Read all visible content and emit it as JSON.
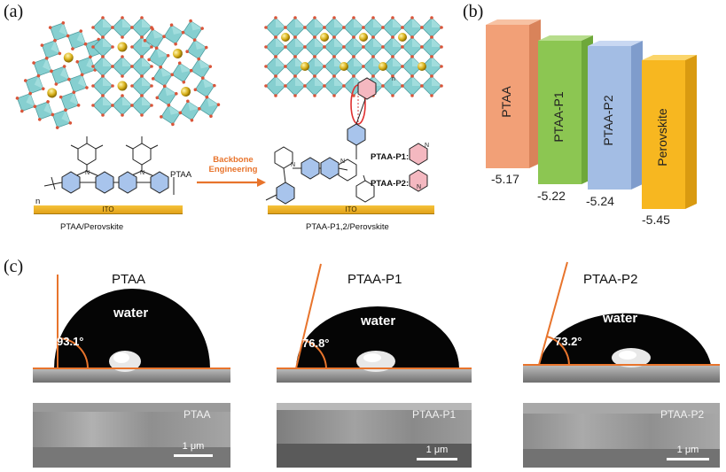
{
  "panels": {
    "a": {
      "label": "(a)",
      "left_caption": "PTAA/Perovskite",
      "right_caption": "PTAA-P1,2/Perovskite",
      "ptaa_tag": "PTAA",
      "ito_left": "ITO",
      "ito_right": "ITO",
      "arrow_label": "Backbone Engineering",
      "p1_label": "PTAA-P1:",
      "p2_label": "PTAA-P2:",
      "n_left": "n",
      "n_right": "n",
      "n_right2": "n"
    },
    "b": {
      "label": "(b)",
      "bars": [
        {
          "name": "PTAA",
          "value": "-5.17",
          "color": "#f2a077",
          "side": "#d9835a"
        },
        {
          "name": "PTAA-P1",
          "value": "-5.22",
          "color": "#8cc652",
          "side": "#6ea83a"
        },
        {
          "name": "PTAA-P2",
          "value": "-5.24",
          "color": "#a3bde4",
          "side": "#7f9ccc"
        },
        {
          "name": "Perovskite",
          "value": "-5.45",
          "color": "#f7b720",
          "side": "#d99a10"
        }
      ]
    },
    "c": {
      "label": "(c)",
      "drops": [
        {
          "title": "PTAA",
          "water": "water",
          "angle": "93.1°",
          "sem_label": "PTAA",
          "scale": "1 μm"
        },
        {
          "title": "PTAA-P1",
          "water": "water",
          "angle": "76.8°",
          "sem_label": "PTAA-P1",
          "scale": "1 μm"
        },
        {
          "title": "PTAA-P2",
          "water": "water",
          "angle": "73.2°",
          "sem_label": "PTAA-P2",
          "scale": "1 μm"
        }
      ]
    }
  },
  "colors": {
    "accent_orange": "#e8742c",
    "octahedron": "#7cc8c8",
    "ito": "#f0b429"
  }
}
